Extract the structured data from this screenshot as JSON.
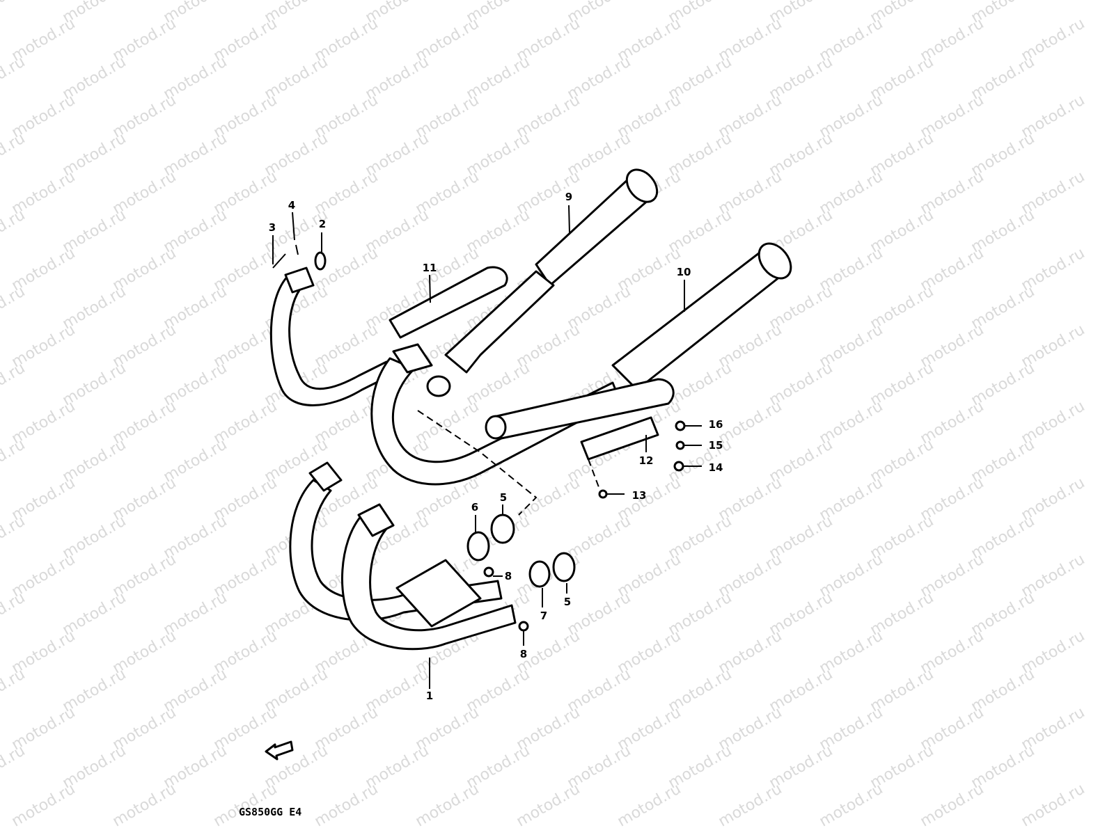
{
  "watermark": "motod.ru",
  "caption": "GS850GG E4",
  "callouts": [
    {
      "id": "1",
      "label": "1"
    },
    {
      "id": "2",
      "label": "2"
    },
    {
      "id": "3",
      "label": "3"
    },
    {
      "id": "4",
      "label": "4"
    },
    {
      "id": "5a",
      "label": "5"
    },
    {
      "id": "5b",
      "label": "5"
    },
    {
      "id": "6",
      "label": "6"
    },
    {
      "id": "7",
      "label": "7"
    },
    {
      "id": "8a",
      "label": "8"
    },
    {
      "id": "8b",
      "label": "8"
    },
    {
      "id": "9",
      "label": "9"
    },
    {
      "id": "10",
      "label": "10"
    },
    {
      "id": "11",
      "label": "11"
    },
    {
      "id": "12",
      "label": "12"
    },
    {
      "id": "13",
      "label": "13"
    },
    {
      "id": "14",
      "label": "14"
    },
    {
      "id": "15",
      "label": "15"
    },
    {
      "id": "16",
      "label": "16"
    }
  ]
}
